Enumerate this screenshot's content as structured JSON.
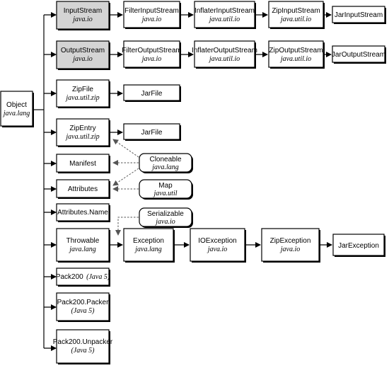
{
  "nodes": {
    "object": {
      "line1": "Object",
      "line2": "java.lang"
    },
    "inputstream": {
      "line1": "InputStream",
      "line2": "java.io"
    },
    "outputstream": {
      "line1": "OutputStream",
      "line2": "java.io"
    },
    "zipfile": {
      "line1": "ZipFile",
      "line2": "java.util.zip"
    },
    "zipentry": {
      "line1": "ZipEntry",
      "line2": "java.util.zip"
    },
    "manifest": {
      "line1": "Manifest"
    },
    "attributes": {
      "line1": "Attributes"
    },
    "attributes_name": {
      "line1": "Attributes.Name"
    },
    "throwable": {
      "line1": "Throwable",
      "line2": "java.lang"
    },
    "pack200": {
      "line1": "Pack200",
      "line1_italic": "(Java 5)"
    },
    "pack200_packer": {
      "line1": "Pack200.Packer",
      "line2": "(Java 5)"
    },
    "pack200_unpacker": {
      "line1": "Pack200.Unpacker",
      "line2": "(Java 5)"
    },
    "filterinputstream": {
      "line1": "FilterInputStream",
      "line2": "java.io"
    },
    "inflaterinputstream": {
      "line1": "InflaterInputStream",
      "line2": "java.util.io"
    },
    "zipinputstream": {
      "line1": "ZipInputStream",
      "line2": "java.util.io"
    },
    "jarinputstream": {
      "line1": "JarInputStream"
    },
    "filteroutputstream": {
      "line1": "FilterOutputStream",
      "line2": "java.io"
    },
    "inflateroutputstream": {
      "line1": "InflaterOutputStream",
      "line2": "java.util.io"
    },
    "zipoutputstream": {
      "line1": "ZipOutputStream",
      "line2": "java.util.io"
    },
    "jaroutputstream": {
      "line1": "JarOutputStream"
    },
    "jarfile": {
      "line1": "JarFile"
    },
    "jarentry": {
      "line1": "JarFile"
    },
    "cloneable": {
      "line1": "Cloneable",
      "line2": "java.lang"
    },
    "map": {
      "line1": "Map",
      "line2": "java.util"
    },
    "serializable": {
      "line1": "Serializable",
      "line2": "java.io"
    },
    "exception": {
      "line1": "Exception",
      "line2": "java.lang"
    },
    "ioexception": {
      "line1": "IOException",
      "line2": "java.io"
    },
    "zipexception": {
      "line1": "ZipException",
      "line2": "java.io"
    },
    "jarexception": {
      "line1": "JarException"
    }
  },
  "colors": {
    "line": "#000000",
    "interface_line": "#555555",
    "abstract_fill": "#d4d4d4"
  }
}
